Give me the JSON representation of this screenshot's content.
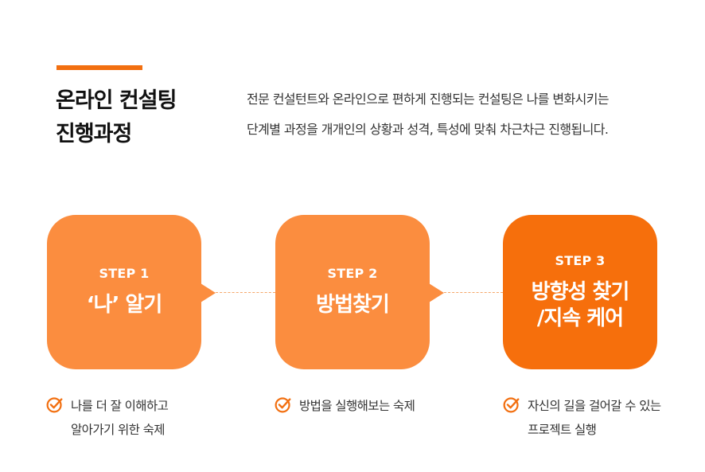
{
  "colors": {
    "accent": "#f26f10",
    "card_light": "#fb8d3f",
    "card_dark": "#f66f0c"
  },
  "header": {
    "title_lines": [
      "온라인 컨설팅",
      "진행과정"
    ],
    "description_lines": [
      "전문 컨설턴트와 온라인으로 편하게 진행되는 컨설팅은 나를 변화시키는",
      "단계별 과정을 개개인의 상황과 성격, 특성에 맞춰 차근차근 진행됩니다."
    ]
  },
  "steps": [
    {
      "step_label": "STEP 1",
      "title_lines": [
        "‘나’ 알기"
      ],
      "note_icon": "check-circle-icon",
      "note_lines": [
        "나를 더 잘 이해하고",
        "알아가기 위한 숙제"
      ]
    },
    {
      "step_label": "STEP 2",
      "title_lines": [
        "방법찾기"
      ],
      "note_icon": "check-circle-icon",
      "note_lines": [
        "방법을 실행해보는 숙제"
      ]
    },
    {
      "step_label": "STEP 3",
      "title_lines": [
        "방향성 찾기",
        "/지속 케어"
      ],
      "note_icon": "check-circle-icon",
      "note_lines": [
        "자신의 길을 걸어갈 수 있는",
        "프로젝트 실행"
      ]
    }
  ]
}
